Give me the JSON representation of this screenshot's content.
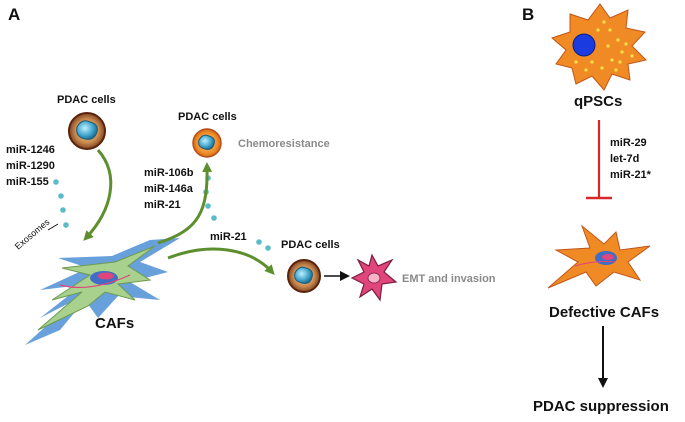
{
  "panel_a": {
    "letter": "A",
    "pdac_top": "PDAC cells",
    "mirs_left": [
      "miR-1246",
      "miR-1290",
      "miR-155"
    ],
    "exosomes": "Exosomes",
    "cafs": "CAFs",
    "pdac_mid": "PDAC cells",
    "mirs_mid": [
      "miR-106b",
      "miR-146a",
      "miR-21"
    ],
    "chemoresistance": "Chemoresistance",
    "mir21": "miR-21",
    "pdac_right": "PDAC cells",
    "emt": "EMT and invasion"
  },
  "panel_b": {
    "letter": "B",
    "qpscs": "qPSCs",
    "mirs": [
      "miR-29",
      "let-7d",
      "miR-21*"
    ],
    "defective": "Defective CAFs",
    "suppression": "PDAC suppression"
  },
  "colors": {
    "green_arrow": "#5e8f2f",
    "red_inhibit": "#d62828",
    "exosome": "#5bbcc9",
    "caf_green": "#a9d18e",
    "caf_blue": "#4d8fd6",
    "orange": "#f08a24",
    "yellow_dot": "#ffe14d",
    "nucleus_blue": "#1a3be0",
    "pink_cell": "#e0457b",
    "brown_cell": "#7a3a1a",
    "gray_text": "#8a8a8a"
  }
}
